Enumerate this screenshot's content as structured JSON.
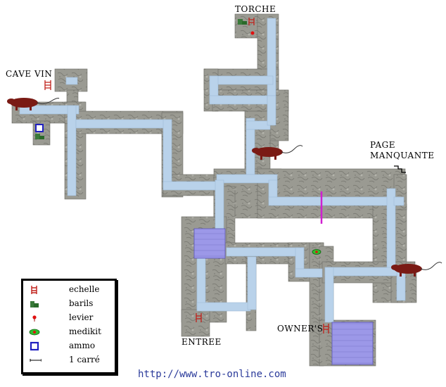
{
  "labels": {
    "torche": "TORCHE",
    "cave_vin": "CAVE VIN",
    "page_manquante_1": "PAGE",
    "page_manquante_2": "MANQUANTE",
    "entree": "ENTREE",
    "owners": "OWNER'S"
  },
  "legend": [
    {
      "icon": "ladder-icon",
      "label": "echelle"
    },
    {
      "icon": "barrels-icon",
      "label": "barils"
    },
    {
      "icon": "lever-icon",
      "label": "levier"
    },
    {
      "icon": "medikit-icon",
      "label": "medikit"
    },
    {
      "icon": "ammo-icon",
      "label": "ammo"
    },
    {
      "icon": "scale-bar-icon",
      "label": "1 carré"
    }
  ],
  "url": "http://www.tro-online.com",
  "colors": {
    "wall": "#9a9a92",
    "corridor": "#b9d2ea",
    "water": "#9c98e8",
    "rat": "#7a1a14",
    "barrier": "#d020d0"
  }
}
